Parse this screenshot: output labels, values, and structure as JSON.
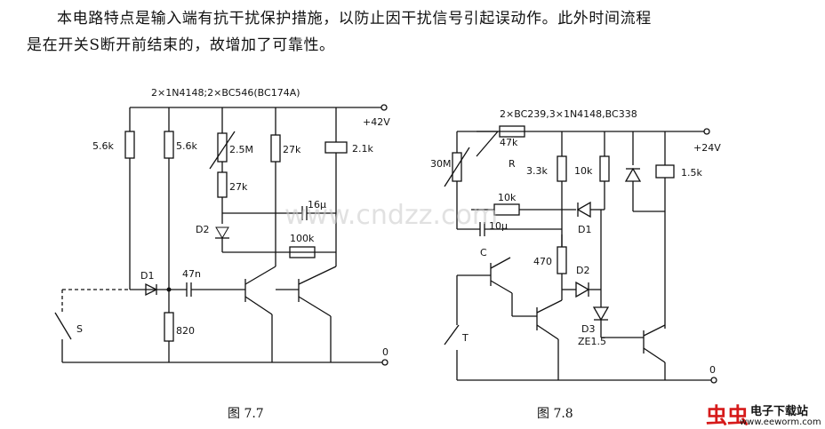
{
  "description": {
    "line1": "本电路特点是输入端有抗干扰保护措施，以防止因干扰信号引起误动作。此外时间流程",
    "line2": "是在开关S断开前结束的，故增加了可靠性。"
  },
  "fig77": {
    "caption": "图 7.7",
    "parts": "2×1N4148;2×BC546(BC174A)",
    "supply": "+42V",
    "ground": "0",
    "r1": "5.6k",
    "r2": "5.6k",
    "r3": "2.5M",
    "r4": "27k",
    "r5": "27k",
    "r6": "2.1k",
    "c1": "16μ",
    "d2": "D2",
    "r7": "100k",
    "d1": "D1",
    "c2": "47n",
    "r8": "820",
    "switch": "S"
  },
  "fig78": {
    "caption": "图 7.8",
    "parts": "2×BC239,3×1N4148,BC338",
    "supply": "+24V",
    "ground": "0",
    "r1": "47k",
    "r2": "30M",
    "relay_r": "R",
    "r3": "3.3k",
    "r4": "10k",
    "r5": "1.5k",
    "r6": "10k",
    "d1": "D1",
    "c1": "10μ",
    "c_label": "C",
    "r7": "470",
    "d2": "D2",
    "d3": "D3",
    "zener": "ZE1.5",
    "switch": "T"
  },
  "watermark": "www.cndzz.com",
  "logo": {
    "mark": "虫虫",
    "brand": "电子下载站",
    "site": "www.eeworm.com"
  }
}
